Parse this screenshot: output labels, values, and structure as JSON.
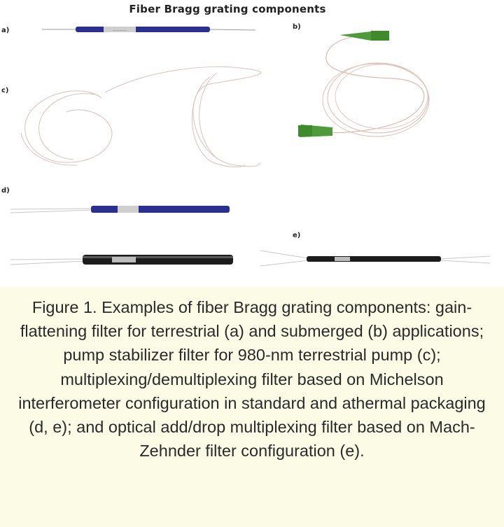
{
  "figure": {
    "title": "Fiber Bragg grating components",
    "labels": {
      "a": "a)",
      "b": "b)",
      "c": "c)",
      "d": "d)",
      "e": "e)"
    },
    "colors": {
      "blue_package": "#2b2f8f",
      "black_package": "#1c1c1c",
      "green_connector": "#4f9a3a",
      "fiber": "#d9b9b0"
    }
  },
  "caption": {
    "text": "Figure 1. Examples of fiber Bragg grating components: gain-flattening filter for terrestrial (a) and submerged (b) applications; pump stabilizer filter for 980-nm terrestrial pump (c); multiplexing/demultiplexing filter based on Michelson interferometer configuration in standard and athermal packaging (d, e); and optical add/drop multiplexing filter based on Mach-Zehnder filter configuration (e)."
  }
}
